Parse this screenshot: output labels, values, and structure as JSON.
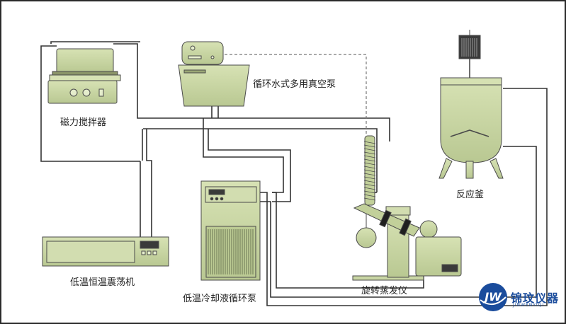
{
  "labels": {
    "stirrer": "磁力搅拌器",
    "pump": "循环水式多用真空泵",
    "shaker": "低温恒温震荡机",
    "chiller": "低温冷却液循环泵",
    "evaporator": "旋转蒸发仪",
    "reactor": "反应釜"
  },
  "logo": {
    "mark": "JW",
    "name": "锦玟仪器",
    "sub": "JINWENYIQI"
  },
  "colors": {
    "equipment_fill": "#c9d6a4",
    "equipment_stroke": "#4a4a4a",
    "pipe": "#333333",
    "vacuum_line": "#777777",
    "logo_blue": "#1a4c9c"
  }
}
